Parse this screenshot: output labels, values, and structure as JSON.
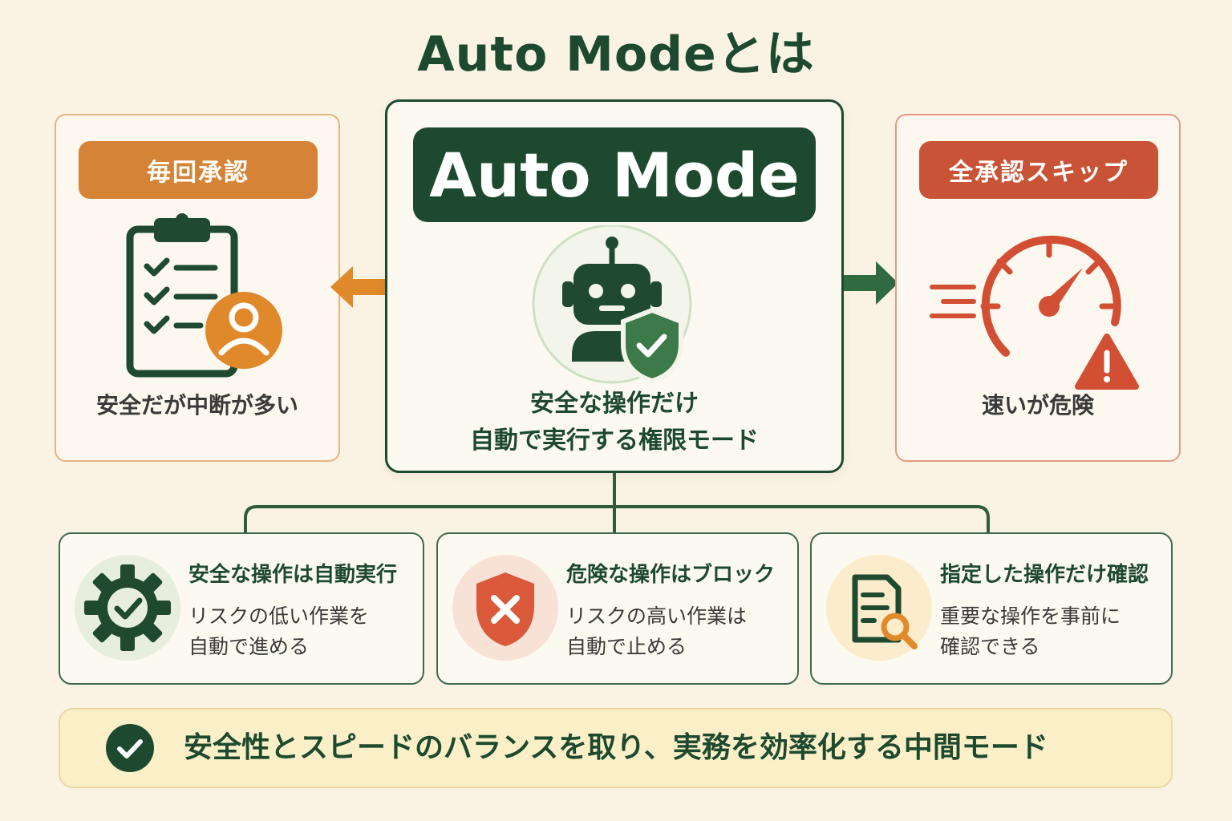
{
  "title": "Auto Modeとは",
  "left_panel": {
    "badge": "毎回承認",
    "caption": "安全だが中断が多い",
    "icon": "clipboard-user-icon"
  },
  "center_panel": {
    "badge": "Auto Mode",
    "desc_line1": "安全な操作だけ",
    "desc_line2": "自動で実行する権限モード",
    "icon": "robot-shield-icon"
  },
  "right_panel": {
    "badge": "全承認スキップ",
    "caption": "速いが危険",
    "icon": "speedometer-warning-icon"
  },
  "cards": [
    {
      "title": "安全な操作は自動実行",
      "desc_line1": "リスクの低い作業を",
      "desc_line2": "自動で進める",
      "icon": "gear-check-icon"
    },
    {
      "title": "危険な操作はブロック",
      "desc_line1": "リスクの高い作業は",
      "desc_line2": "自動で止める",
      "icon": "shield-x-icon"
    },
    {
      "title": "指定した操作だけ確認",
      "desc_line1": "重要な操作を事前に",
      "desc_line2": "確認できる",
      "icon": "document-search-icon"
    }
  ],
  "footer": {
    "text": "安全性とスピードのバランスを取り、実務を効率化する中間モード",
    "icon": "check-circle-icon"
  },
  "colors": {
    "dark_green": "#1d4a2e",
    "orange": "#d58336",
    "red": "#c85336",
    "background": "#faf3e4"
  }
}
